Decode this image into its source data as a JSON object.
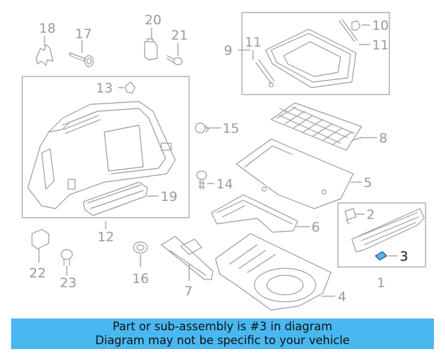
{
  "labels": {
    "l1": "1",
    "l2": "2",
    "l3": "3",
    "l4": "4",
    "l5": "5",
    "l6": "6",
    "l7": "7",
    "l8": "8",
    "l9": "9",
    "l10": "10",
    "l11a": "11",
    "l11b": "11",
    "l12": "12",
    "l13": "13",
    "l14": "14",
    "l15": "15",
    "l16": "16",
    "l17": "17",
    "l18": "18",
    "l19": "19",
    "l20": "20",
    "l21": "21",
    "l22": "22",
    "l23": "23"
  },
  "highlighted_part": "3",
  "colors": {
    "banner": "#4ab8f0",
    "highlight_part": "#4ab8f0",
    "lines": "#9a9a9a"
  },
  "banner": {
    "line1": "Part or sub-assembly is #3 in diagram",
    "line2": "Diagram may not be specific to your vehicle"
  }
}
